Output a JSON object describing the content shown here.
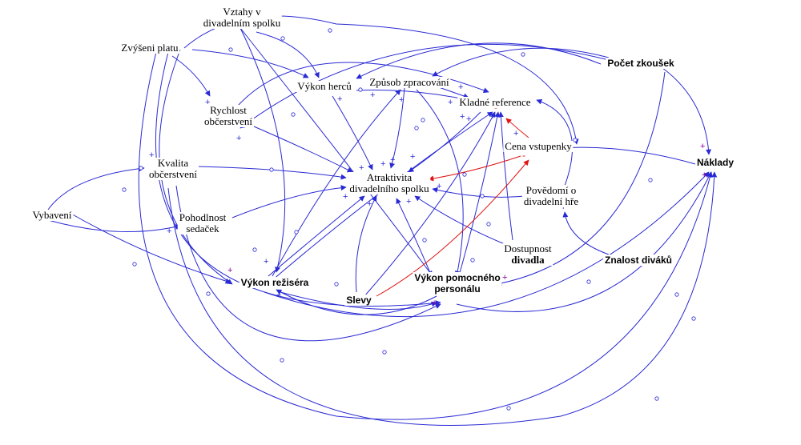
{
  "colors": {
    "link": "#2a2ad4",
    "negative_link": "#e01414",
    "sign_plus": "#2a2ad4",
    "sign_plus_emph": "#8a00a0",
    "sign_minus": "#e01414"
  },
  "nodes": {
    "vztahy": {
      "l1": "Vztahy v",
      "l2": "divadelním spolku"
    },
    "zvyseni_platu": {
      "l1": "Zvýšeni platu"
    },
    "vykon_hercu": {
      "l1": "Výkon herců"
    },
    "zpusob": {
      "l1": "Způsob zpracování"
    },
    "kladne": {
      "l1": "Kladné reference"
    },
    "pocet_zkousek": {
      "l1": "Počet zkoušek"
    },
    "rychlost": {
      "l1": "Rychlost",
      "l2": "občerstvení"
    },
    "cena": {
      "l1": "Cena vstupenky"
    },
    "naklady": {
      "l1": "Náklady"
    },
    "kvalita": {
      "l1": "Kvalita",
      "l2": "občerstvení"
    },
    "atraktivita": {
      "l1": "Atraktivita",
      "l2": "divadelního spolku"
    },
    "povedomi": {
      "l1": "Povědomí o",
      "l2": "divadelní hře"
    },
    "vybaveni": {
      "l1": "Vybavení"
    },
    "pohodlnost": {
      "l1": "Pohodlnost",
      "l2": "sedaček"
    },
    "dostupnost": {
      "l1": "Dostupnost",
      "l2": "divadla"
    },
    "znalost": {
      "l1": "Znalost diváků"
    },
    "vykon_rezisera": {
      "l1": "Výkon režiséra"
    },
    "vykon_personalu": {
      "l1": "Výkon pomocného",
      "l2": "personálu"
    },
    "slevy": {
      "l1": "Slevy"
    }
  },
  "signs": {
    "plus": "+",
    "minus": "-"
  }
}
